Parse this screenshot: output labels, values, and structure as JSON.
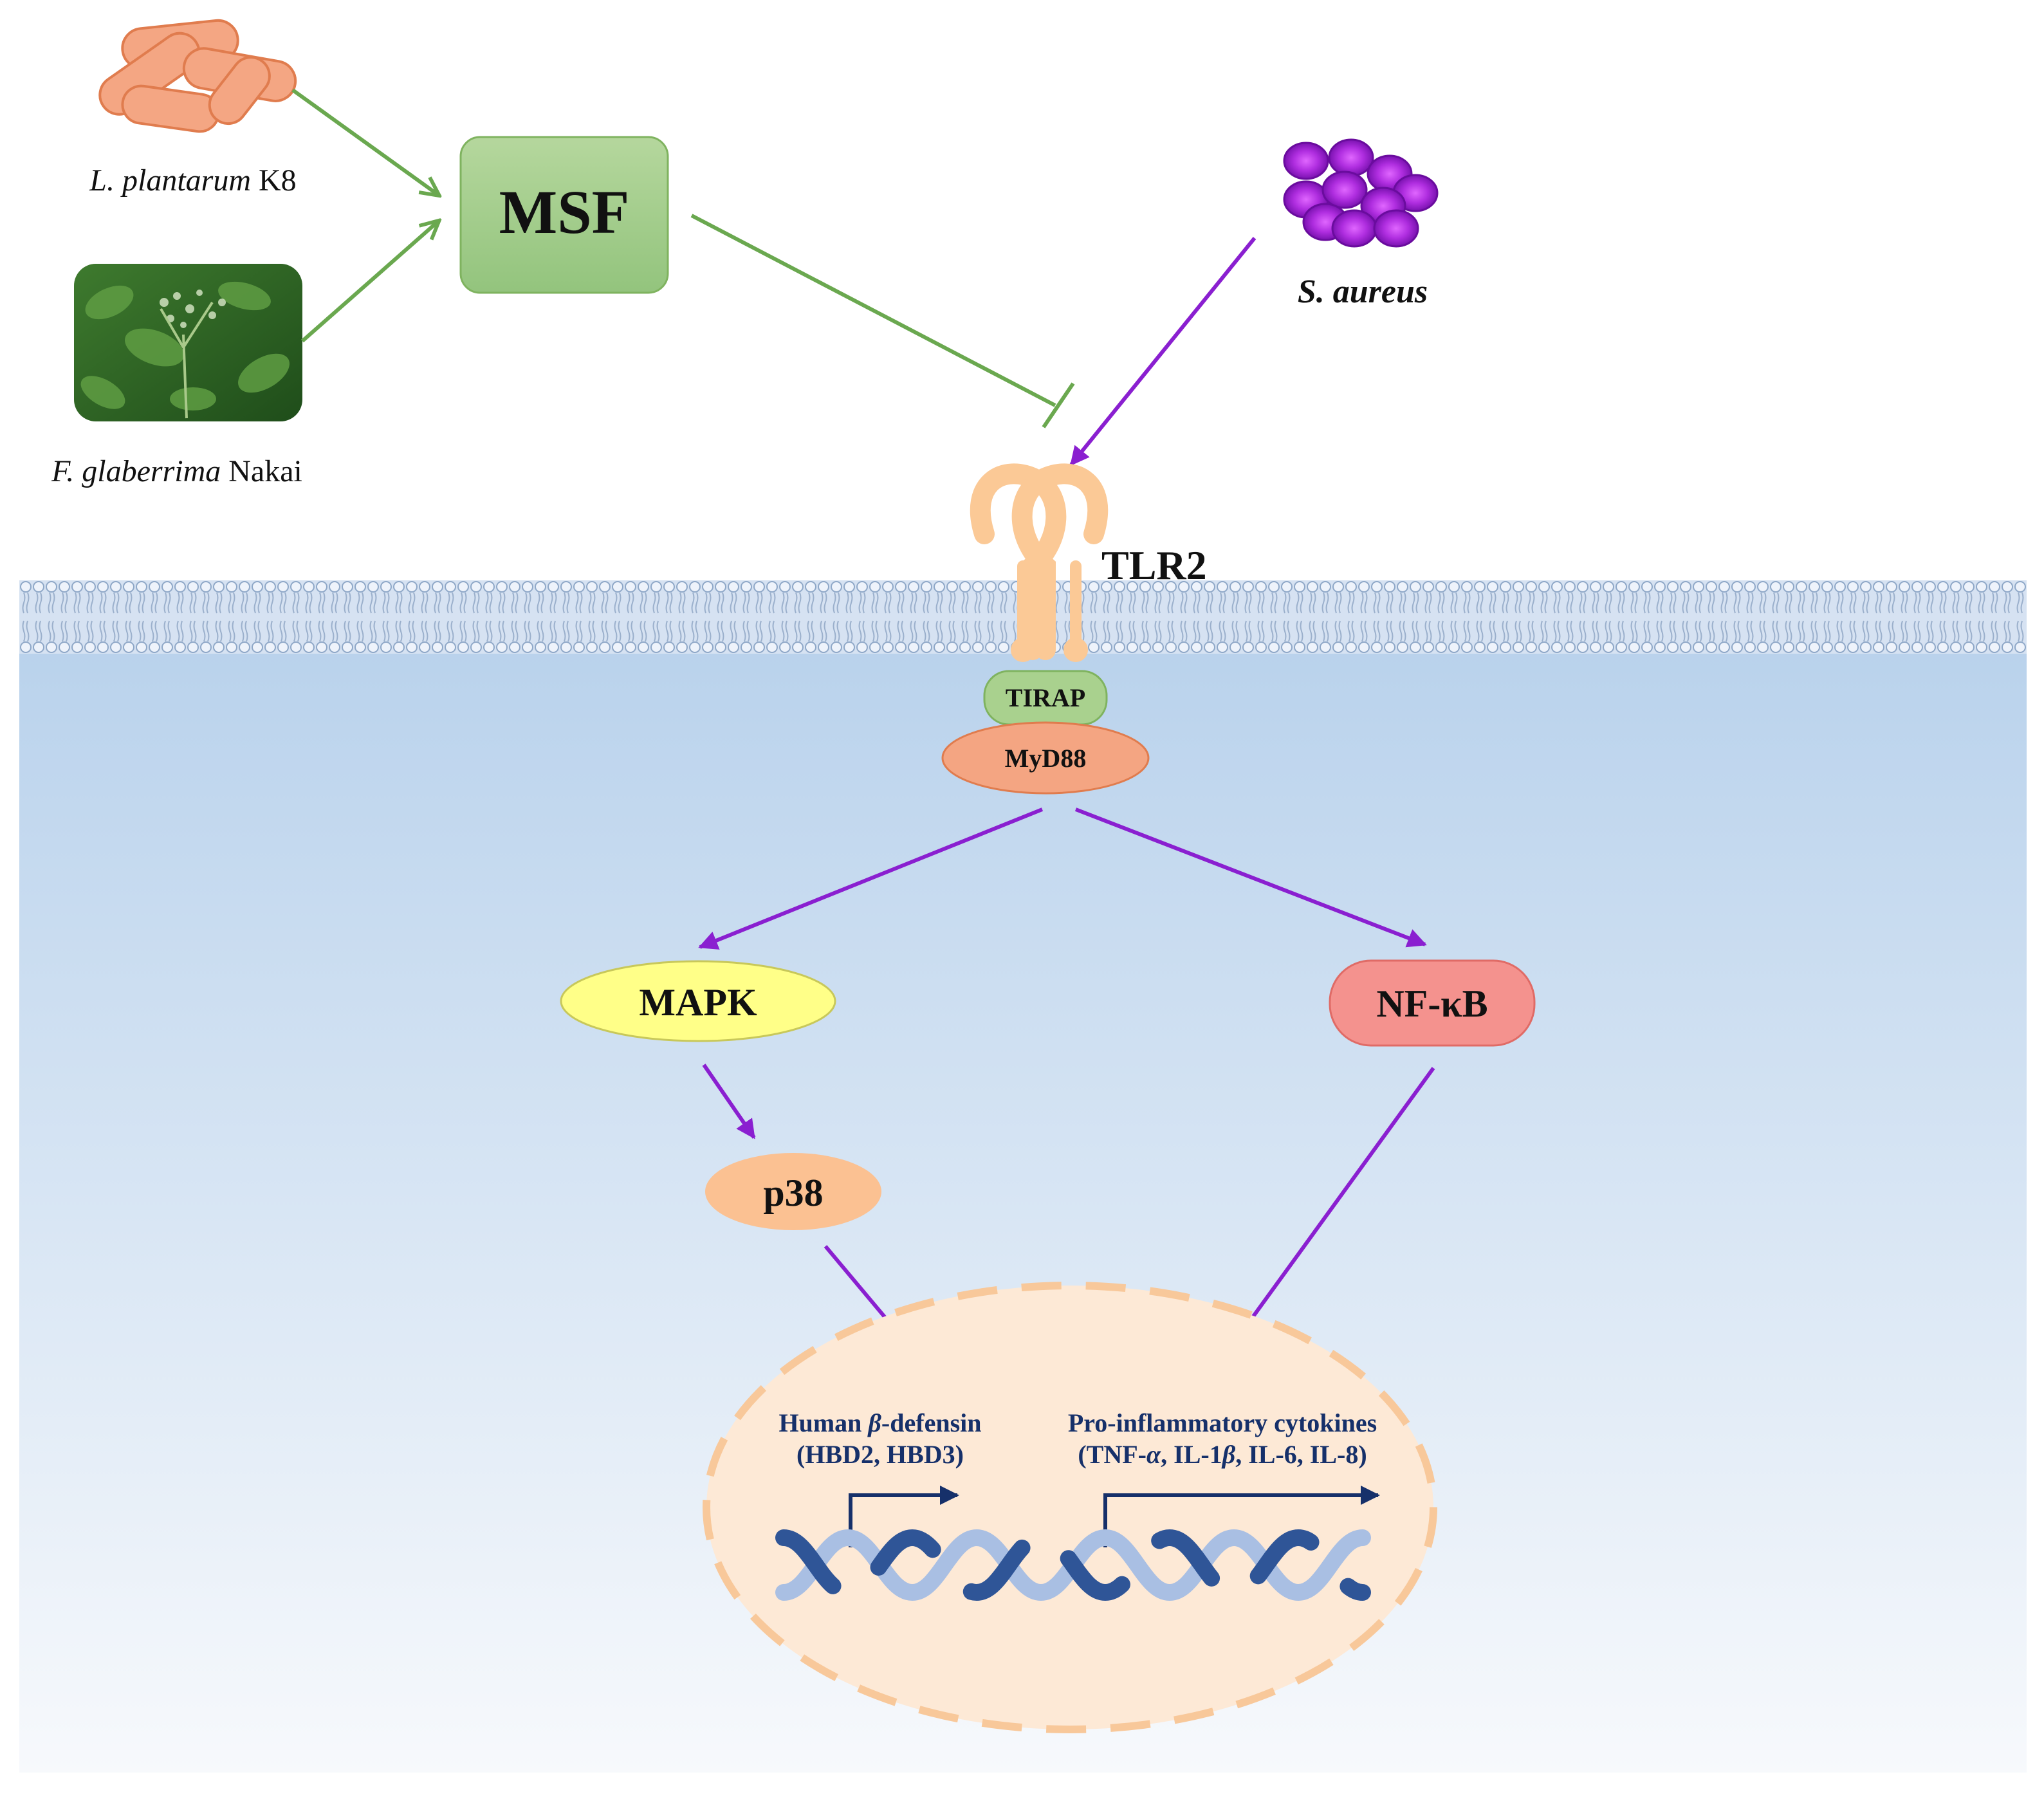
{
  "diagram": {
    "sources": {
      "lactobacillus": {
        "italic": "L. plantarum",
        "plain": " K8"
      },
      "plant": {
        "italic": "F. glaberrima",
        "plain": " Nakai"
      }
    },
    "msf_label": "MSF",
    "pathogen_label": "S. aureus",
    "receptor_label": "TLR2",
    "adaptors": {
      "tirap": "TIRAP",
      "myd88": "MyD88"
    },
    "pathways": {
      "mapk": "MAPK",
      "nfkb": "NF-κB",
      "p38": "p38"
    },
    "nucleus": {
      "defensin": {
        "line1_prefix": "Human ",
        "line1_beta": "β",
        "line1_suffix": "-defensin",
        "line2": "(HBD2, HBD3)"
      },
      "cytokines": {
        "line1": "Pro-inflammatory cytokines",
        "line2_a": "(TNF-",
        "line2_alpha": "α",
        "line2_b": ", IL-1",
        "line2_beta": "β",
        "line2_c": ", IL-6, IL-8)"
      }
    },
    "colors": {
      "activation_green": "#6aa84f",
      "inhibition_green": "#6aa84f",
      "signal_purple": "#8a1fd0",
      "msf_box": "#a9d08e",
      "tirap": "#a9d18e",
      "myd88": "#f4a582",
      "mapk": "#ffff88",
      "nfkb": "#f4928e",
      "p38": "#fbc192",
      "nucleus": "#fde9d6",
      "nucleus_border": "#f8c89a",
      "dna_dark": "#2f5597",
      "dna_light": "#a9bfe3",
      "cytoplasm_top": "#b9d2ec",
      "cytoplasm_bottom": "#f7f9fc"
    }
  }
}
